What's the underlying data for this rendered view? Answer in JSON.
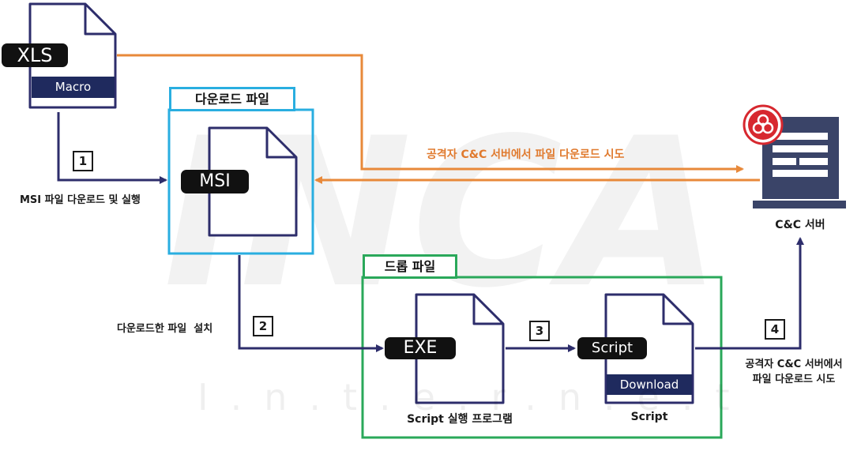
{
  "xls_file": {
    "tag": "XLS",
    "band": "Macro"
  },
  "download_box": {
    "title": "다운로드 파일",
    "file_tag": "MSI",
    "color": "#29aee0"
  },
  "drop_box": {
    "title": "드롭 파일",
    "color": "#2aa85a",
    "exe": {
      "tag": "EXE",
      "caption": "Script 실행 프로그램"
    },
    "script": {
      "tag": "Script",
      "band": "Download",
      "caption": "Script"
    }
  },
  "server": {
    "label": "C&C 서버"
  },
  "orange_flow": {
    "label": "공격자 C&C 서버에서 파일 다운로드 시도",
    "color": "#e8893a"
  },
  "steps": [
    {
      "num": "1",
      "label": "MSI 파일 다운로드 및 실행"
    },
    {
      "num": "2",
      "label": "다운로드한 파일  설치"
    },
    {
      "num": "3"
    },
    {
      "num": "4",
      "label_line1": "공격자 C&C 서버에서",
      "label_line2": "파일 다운로드 시도"
    }
  ],
  "colors": {
    "navy": "#2d2d6b",
    "band": "#1f2a5e",
    "tag": "#111111",
    "biohazard": "#d7282f",
    "server": "#3a4468"
  },
  "watermark": "I.n.t.e.r.n.e.t"
}
